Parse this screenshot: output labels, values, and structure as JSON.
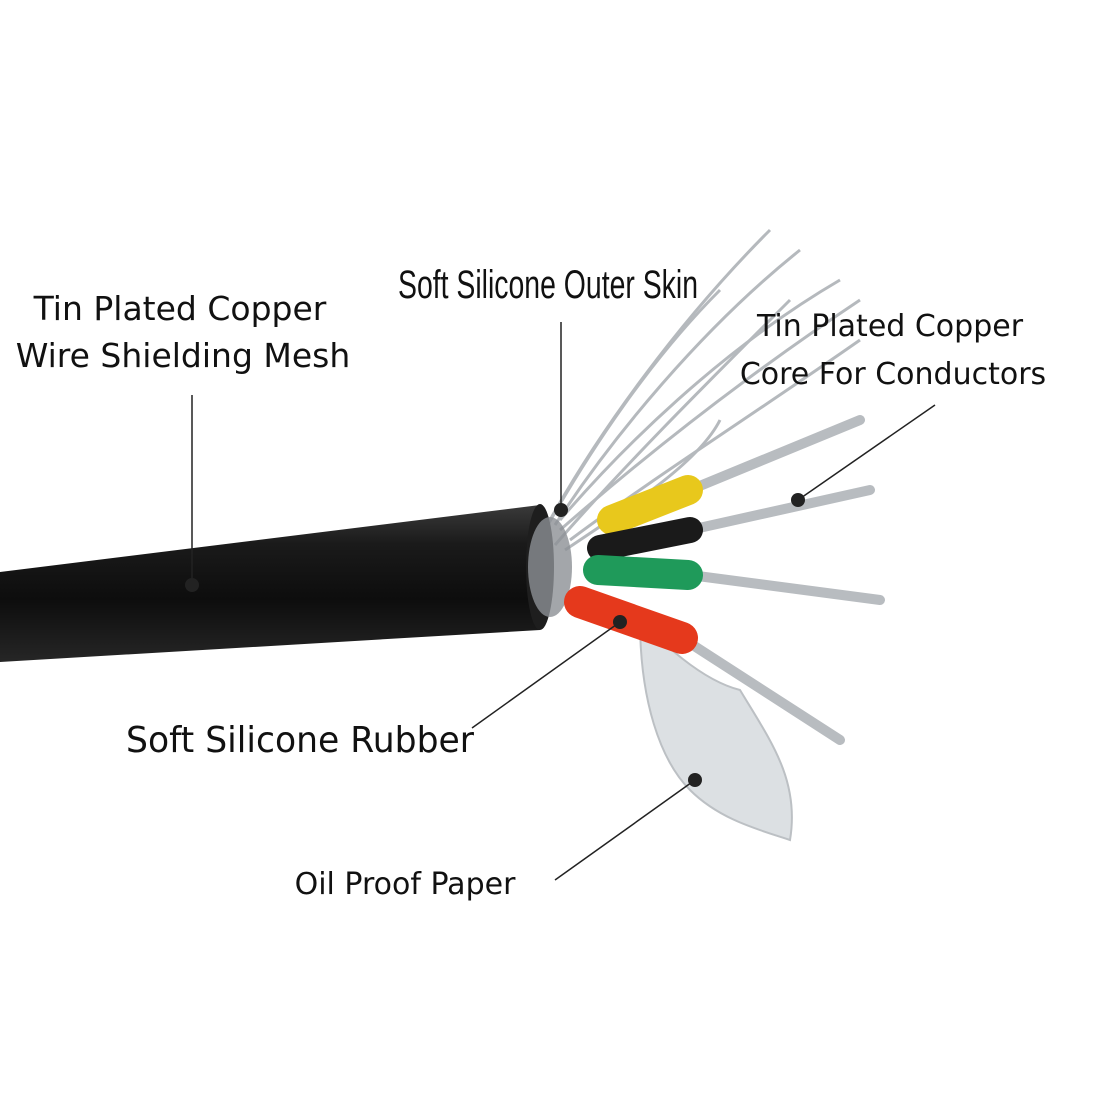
{
  "labels": {
    "shield_mesh": {
      "line1": "Tin Plated Copper",
      "line2": "Wire Shielding Mesh"
    },
    "outer_skin": {
      "line1": "Soft Silicone Outer Skin"
    },
    "conductor_core": {
      "line1": "Tin Plated Copper",
      "line2": "Core For Conductors"
    },
    "rubber": {
      "line1": "Soft Silicone Rubber"
    },
    "paper": {
      "line1": "Oil Proof Paper"
    }
  },
  "colors": {
    "jacket": "#151515",
    "yellow_core": "#e8c81c",
    "black_core": "#1a1a1a",
    "green_core": "#1f9a5a",
    "red_core": "#e5391c",
    "strand": "#b8bcc0"
  }
}
